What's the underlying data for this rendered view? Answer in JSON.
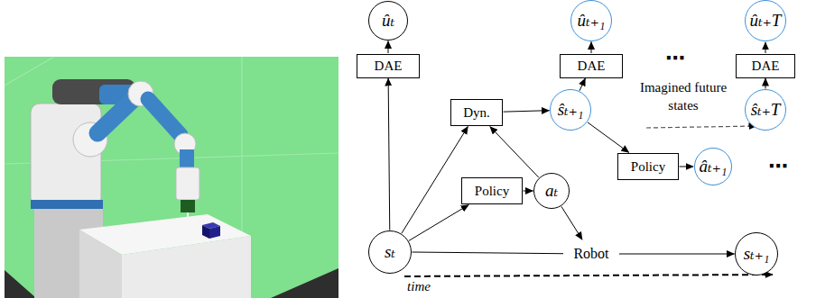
{
  "diagram": {
    "nodes": [
      {
        "text": [
          "ûₜ"
        ]
      },
      {
        "text": [
          "DAE"
        ]
      },
      {
        "text": [
          "ûₜ₊₁"
        ]
      },
      {
        "text": [
          "DAE"
        ]
      },
      {
        "text": [
          "Dyn."
        ]
      },
      {
        "text": [
          "ŝₜ₊₁"
        ]
      },
      {
        "text": [
          "ûₜ₊T"
        ]
      },
      {
        "text": [
          "DAE"
        ]
      },
      {
        "text": [
          "ŝₜ₊T"
        ]
      },
      {
        "text": [
          "Policy"
        ]
      },
      {
        "text": [
          "aₜ"
        ]
      },
      {
        "text": [
          "Policy"
        ]
      },
      {
        "text": [
          "âₜ₊₁"
        ]
      },
      {
        "text": [
          "sₜ"
        ]
      },
      {
        "text": [
          "Robot"
        ]
      },
      {
        "text": [
          "sₜ₊₁"
        ]
      }
    ],
    "edges": [
      {
        "from": 13,
        "to": 1,
        "arrow": "to"
      },
      {
        "from": 1,
        "to": 0,
        "arrow": "to"
      },
      {
        "from": 13,
        "to": 4,
        "arrow": "to"
      },
      {
        "from": 10,
        "to": 4,
        "arrow": "to"
      },
      {
        "from": 4,
        "to": 5,
        "arrow": "to"
      },
      {
        "from": 5,
        "to": 3,
        "arrow": "to"
      },
      {
        "from": 3,
        "to": 2,
        "arrow": "to"
      },
      {
        "from": 5,
        "to": 11,
        "arrow": "to"
      },
      {
        "from": 11,
        "to": 12,
        "arrow": "to"
      },
      {
        "from": 8,
        "to": 7,
        "arrow": "to"
      },
      {
        "from": 7,
        "to": 6,
        "arrow": "to"
      },
      {
        "from": 13,
        "to": 9,
        "arrow": "to"
      },
      {
        "from": 9,
        "to": 10,
        "arrow": "to"
      },
      {
        "from": 10,
        "to": 14,
        "arrow": "to"
      },
      {
        "from": 13,
        "to": 14,
        "arrow": "none"
      },
      {
        "from": 14,
        "to": 15,
        "arrow": "to"
      }
    ],
    "labels": [
      "⋯",
      "Imagined future states",
      "⋯",
      "time"
    ]
  }
}
